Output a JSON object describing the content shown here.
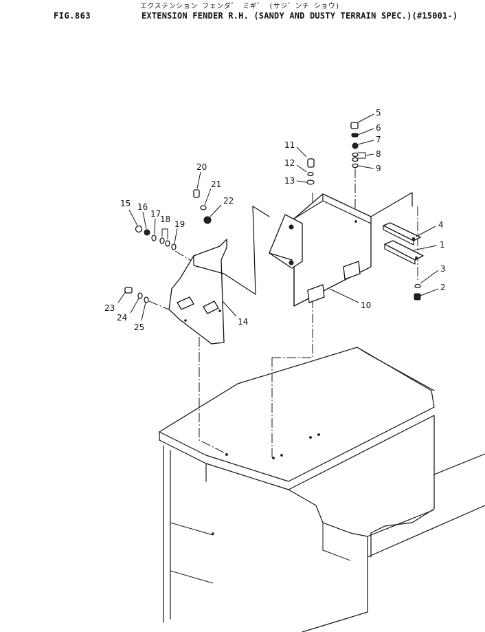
{
  "header": {
    "fig_label": "FIG.863",
    "title_jp": "エクステンション フェンダ゛ ミギ゛ (サジ゛ンチ ショウ)",
    "title_en": "EXTENSION FENDER R.H. (SANDY AND DUSTY TERRAIN SPEC.)(#15001-)"
  },
  "callouts": [
    "1",
    "2",
    "3",
    "4",
    "5",
    "6",
    "7",
    "8",
    "9",
    "10",
    "11",
    "12",
    "13",
    "14",
    "15",
    "16",
    "17",
    "18",
    "19",
    "20",
    "21",
    "22",
    "23",
    "24",
    "25"
  ]
}
